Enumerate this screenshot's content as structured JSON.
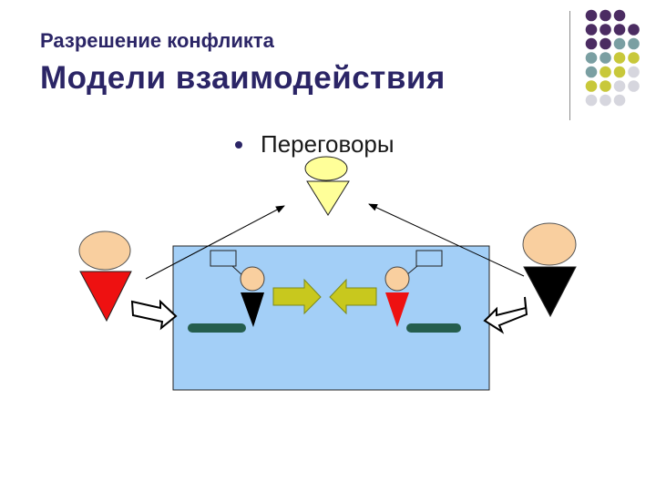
{
  "header": {
    "subtitle": "Разрешение конфликта",
    "title": "Модели взаимодействия"
  },
  "bullet": {
    "text": "Переговоры"
  },
  "colors": {
    "title": "#2b2566",
    "purple": "#4b2c62",
    "teal": "#7a9fa2",
    "olive": "#c8c83a",
    "lightgray": "#d6d6de",
    "table": "#a3cff7",
    "red": "#ee1111",
    "skin": "#f9cf9f",
    "yellow_body": "#ffff99",
    "arrow_green": "#c8c81e",
    "dark_green": "#255e4e"
  },
  "dot_grid": [
    [
      "purple",
      "purple",
      "purple",
      ""
    ],
    [
      "purple",
      "purple",
      "purple",
      "purple"
    ],
    [
      "purple",
      "purple",
      "teal",
      "teal"
    ],
    [
      "teal",
      "teal",
      "olive",
      "olive"
    ],
    [
      "teal",
      "olive",
      "olive",
      "lightgray"
    ],
    [
      "olive",
      "olive",
      "lightgray",
      "lightgray"
    ],
    [
      "lightgray",
      "lightgray",
      "lightgray",
      ""
    ]
  ]
}
